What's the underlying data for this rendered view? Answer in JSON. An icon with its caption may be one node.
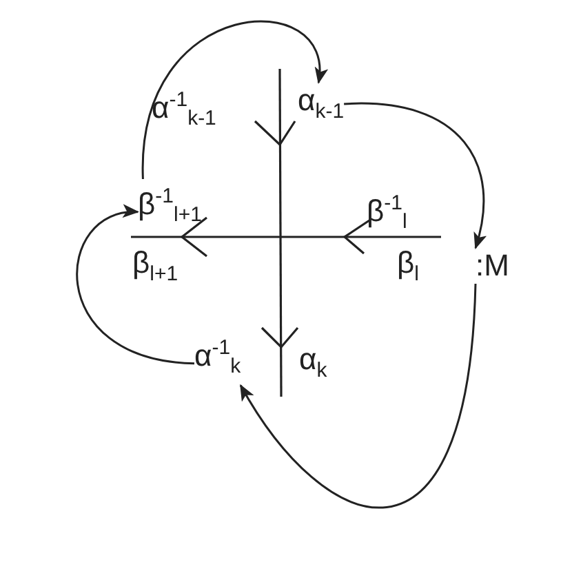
{
  "diagram": {
    "nodes": [
      {
        "text": [
          "α$_{k-1}$"
        ]
      },
      {
        "text": [
          "β$^{-1}$$_{l+1}$"
        ]
      },
      {
        "text": [
          ":M"
        ]
      },
      {
        "text": [
          "α$^{-1}$$_{k}$"
        ]
      }
    ],
    "edges": [
      {
        "from": 1,
        "to": 0,
        "arrow": "to"
      },
      {
        "from": 0,
        "to": 2,
        "arrow": "to"
      },
      {
        "from": 2,
        "to": 3,
        "arrow": "to"
      },
      {
        "from": 3,
        "to": 1,
        "arrow": "to"
      }
    ],
    "labels": [
      "α$^{-1}$$_{k-1}$",
      "β$^{-1}$$_{l}$",
      "β$_{l+1}$",
      "β$_{l}$",
      "α$_{k}$"
    ]
  }
}
